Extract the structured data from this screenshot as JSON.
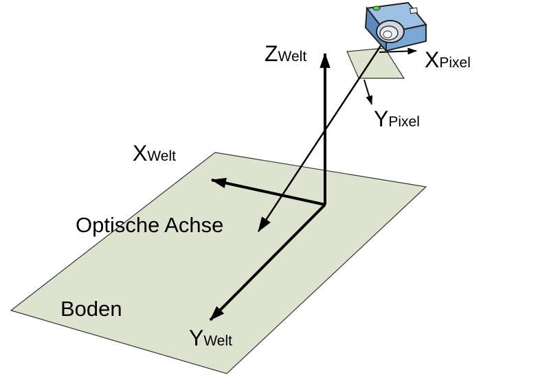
{
  "labels": {
    "z_welt": {
      "main": "Z",
      "sub": "Welt"
    },
    "x_welt": {
      "main": "X",
      "sub": "Welt"
    },
    "y_welt": {
      "main": "Y",
      "sub": "Welt"
    },
    "x_pixel": {
      "main": "X",
      "sub": "Pixel"
    },
    "y_pixel": {
      "main": "Y",
      "sub": "Pixel"
    },
    "optical_axis": "Optische Achse",
    "floor": "Boden"
  },
  "colors": {
    "floor_fill": "#dde3cf",
    "image_plane_fill": "#dde3cf",
    "outline": "#222222",
    "camera_body": "#7ba7d6",
    "camera_lens": "#cfd6df",
    "camera_led": "#5ad14a"
  },
  "icons": {
    "camera": "camera-icon"
  }
}
